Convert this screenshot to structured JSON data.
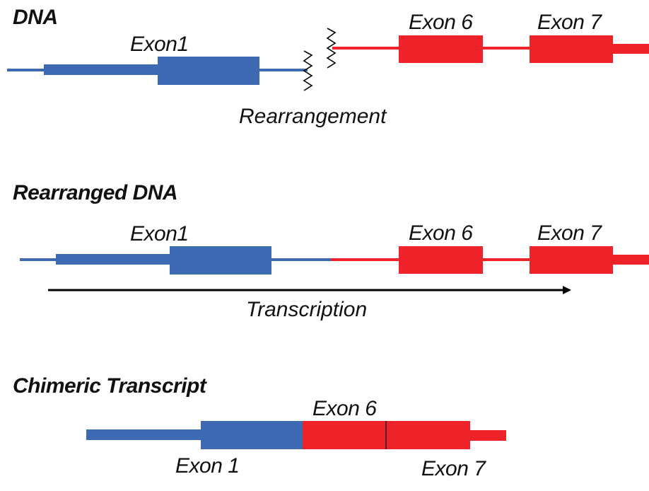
{
  "colors": {
    "blue_gene": "#3e6ab3",
    "red_gene": "#ee2229",
    "arrow": "#000000",
    "text": "#111111",
    "background": "#ffffff"
  },
  "sections": {
    "dna": {
      "heading": "DNA",
      "exon1_label": "Exon1",
      "exon6_label": "Exon 6",
      "exon7_label": "Exon 7",
      "event_label": "Rearrangement"
    },
    "rearranged": {
      "heading": "Rearranged DNA",
      "exon1_label": "Exon1",
      "exon6_label": "Exon 6",
      "exon7_label": "Exon 7",
      "arrow_label": "Transcription"
    },
    "chimeric": {
      "heading": "Chimeric Transcript",
      "exon6_label": "Exon 6",
      "exon1_label": "Exon 1",
      "exon7_label": "Exon 7"
    }
  }
}
